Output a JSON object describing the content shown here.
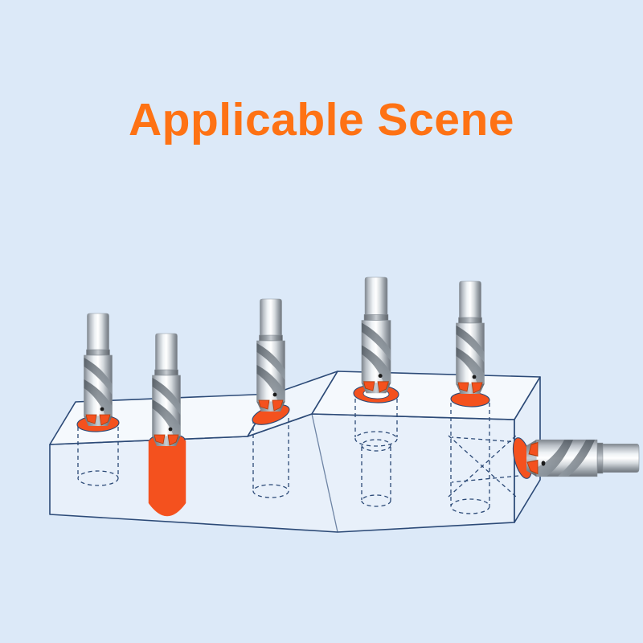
{
  "title": "Applicable Scene",
  "colors": {
    "bg": "#dce9f8",
    "title_color": "#fe7214",
    "outline": "#2c4a77",
    "hole": "#f4511e"
  },
  "illustration": {
    "name": "drilling-application-diagram",
    "workpiece": "stepped-workpiece-block",
    "drills": [
      "vertical-drill-1",
      "vertical-drill-2",
      "vertical-drill-3",
      "vertical-drill-4",
      "vertical-drill-5",
      "horizontal-drill-6"
    ],
    "holes": [
      "blind-hole",
      "open-slot-section",
      "inclined-face-hole",
      "counterbore-hole",
      "through-hole",
      "side-cross-hole"
    ]
  }
}
